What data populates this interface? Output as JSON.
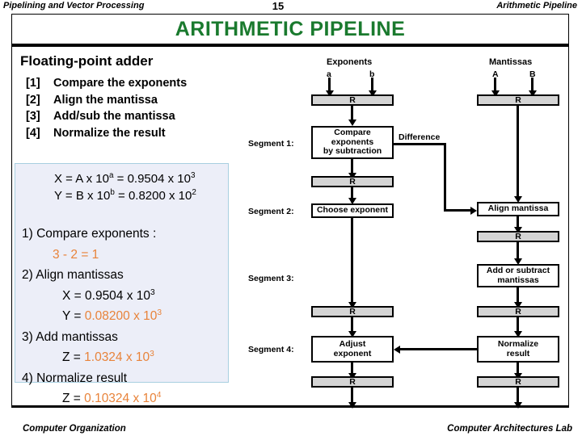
{
  "header": {
    "left_runhead": "Pipelining and Vector Processing",
    "right_runhead": "Arithmetic Pipeline",
    "page_number": "15",
    "title": "ARITHMETIC  PIPELINE",
    "title_color": "#1a7a2e"
  },
  "footer": {
    "left": "Computer Organization",
    "right": "Computer Architectures Lab"
  },
  "left_panel": {
    "heading": "Floating-point adder",
    "steps": [
      {
        "num": "[1]",
        "text": "Compare the exponents"
      },
      {
        "num": "[2]",
        "text": "Align the mantissa"
      },
      {
        "num": "[3]",
        "text": "Add/sub the mantissa"
      },
      {
        "num": "[4]",
        "text": "Normalize the result"
      }
    ],
    "equations": [
      {
        "lhs": "X = A x 10",
        "lhs_sup": "a",
        "mid": " = 0.9504  x 10",
        "mid_sup": "3"
      },
      {
        "lhs": "Y = B x 10",
        "lhs_sup": "b",
        "mid": " = 0.8200  x 10",
        "mid_sup": "2"
      }
    ],
    "worked_steps": [
      {
        "label": "1) Compare exponents :"
      },
      {
        "value": "3 - 2 = 1",
        "highlight": true,
        "indent": 1
      },
      {
        "label": "2) Align mantissas"
      },
      {
        "prefix": "X = ",
        "value": "0.9504",
        "suffix": "  x 10",
        "sup": "3",
        "highlight": false,
        "indent": 2
      },
      {
        "prefix": "Y = ",
        "value": "0.08200",
        "suffix": "  x 10",
        "sup": "3",
        "highlight": true,
        "indent": 2
      },
      {
        "label": "3) Add mantissas"
      },
      {
        "prefix": "Z = ",
        "value": "1.0324",
        "suffix": "  x 10",
        "sup": "3",
        "highlight": true,
        "indent": 2
      },
      {
        "label": "4) Normalize result"
      },
      {
        "prefix": "Z = ",
        "value": "0.10324",
        "suffix": "  x 10",
        "sup": "4",
        "highlight": true,
        "indent": 2
      }
    ],
    "highlight_color": "#e8833a",
    "box_fill": "#eceef8",
    "box_border": "#a8cfe0"
  },
  "diagram": {
    "column_headings": [
      {
        "label": "Exponents"
      },
      {
        "label": "Mantissas"
      }
    ],
    "input_ports": [
      {
        "label": "a"
      },
      {
        "label": "b"
      },
      {
        "label": "A"
      },
      {
        "label": "B"
      }
    ],
    "segment_labels": [
      "Segment 1:",
      "Segment 2:",
      "Segment 3:",
      "Segment 4:"
    ],
    "register_label": "R",
    "signal_labels": [
      {
        "name": "difference",
        "label": "Difference"
      }
    ],
    "units": [
      {
        "name": "compare-exponents",
        "label": "Compare\nexponents\nby subtraction"
      },
      {
        "name": "choose-exponent",
        "label": "Choose exponent"
      },
      {
        "name": "adjust-exponent",
        "label": "Adjust\nexponent"
      },
      {
        "name": "align-mantissa",
        "label": "Align mantissa"
      },
      {
        "name": "add-subtract-mantissas",
        "label": "Add or subtract\nmantissas"
      },
      {
        "name": "normalize-result",
        "label": "Normalize\nresult"
      }
    ],
    "register_fill": "#d4d4d4"
  }
}
